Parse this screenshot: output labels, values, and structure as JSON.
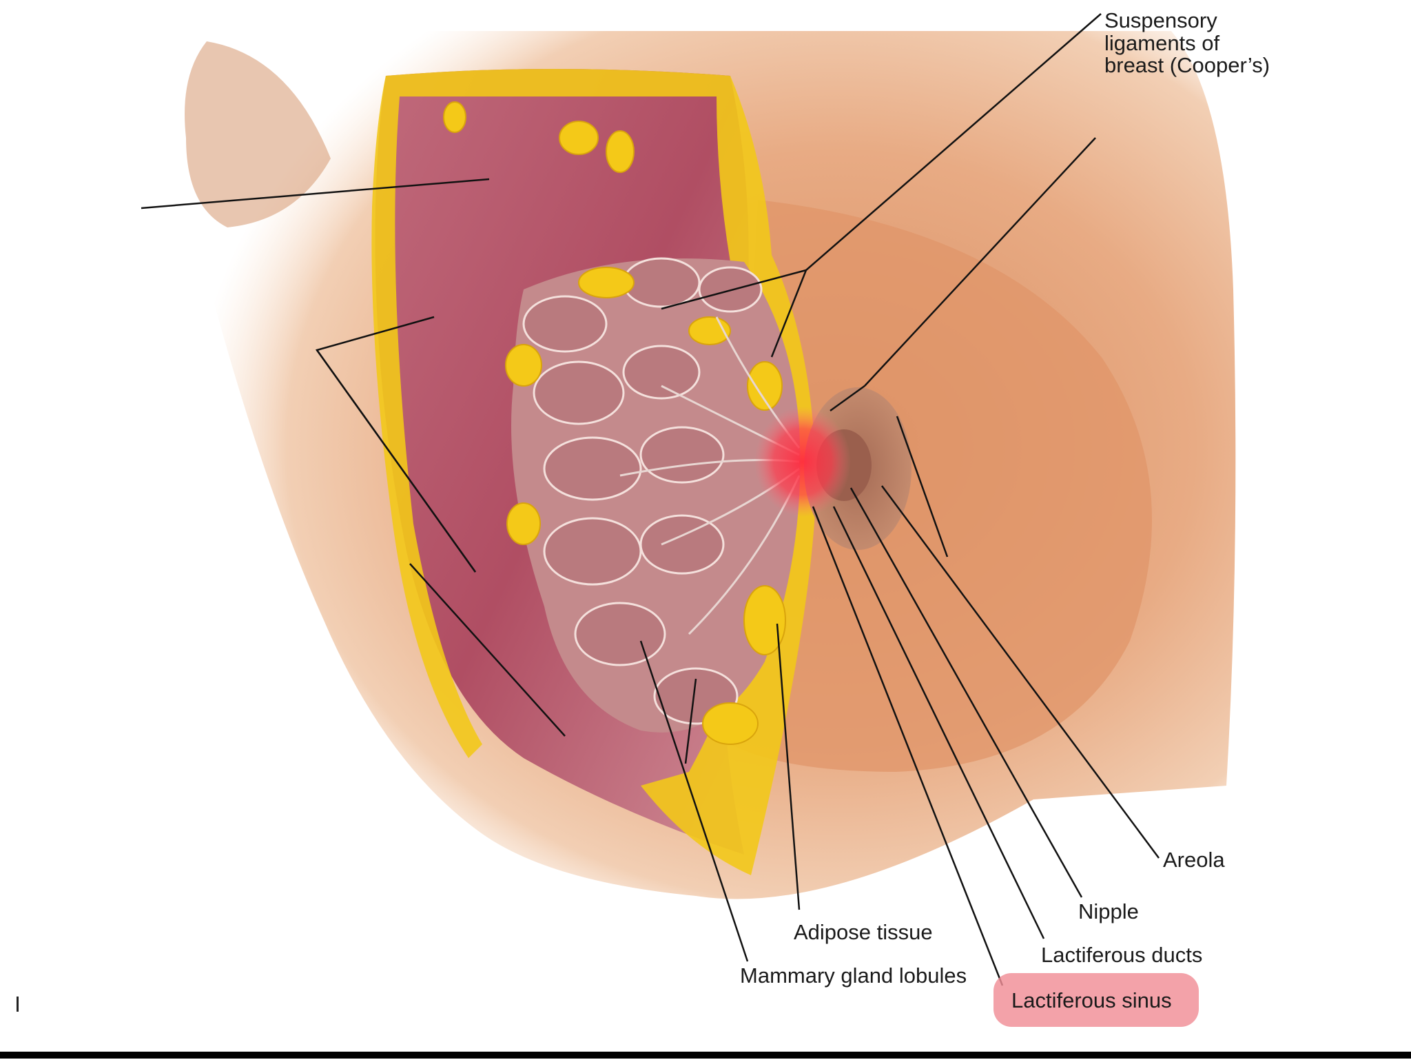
{
  "labels": {
    "suspensory": [
      "Suspensory",
      "ligaments of",
      "breast (Cooper’s)"
    ],
    "areola": "Areola",
    "nipple": "Nipple",
    "adipose": "Adipose tissue",
    "lactiferous_ducts": "Lactiferous ducts",
    "lobules": "Mammary gland lobules",
    "lactiferous_sinus": "Lactiferous sinus"
  },
  "colors": {
    "skin": "#e7a67e",
    "muscle": "#b6566a",
    "fat": "#f2c81a",
    "gland": "#c48a8c",
    "highlight_sinus": "#f08e96",
    "highlight_nipple": "#ff3c4e"
  }
}
